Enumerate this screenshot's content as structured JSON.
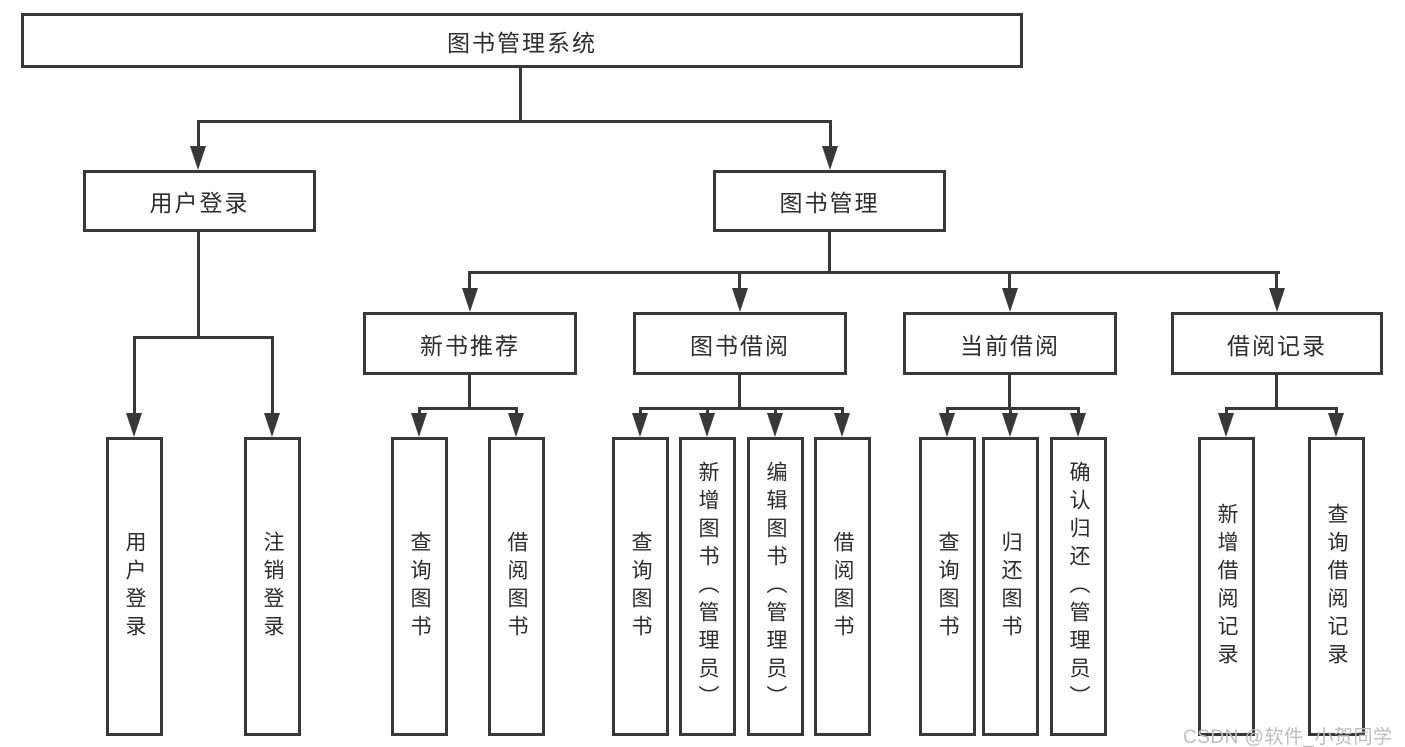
{
  "diagram": {
    "title": "图书管理系统",
    "root": {
      "label": "图书管理系统"
    },
    "level2": [
      {
        "label": "用户登录",
        "parent": "图书管理系统"
      },
      {
        "label": "图书管理",
        "parent": "图书管理系统"
      }
    ],
    "level3": [
      {
        "label": "新书推荐",
        "parent": "图书管理"
      },
      {
        "label": "图书借阅",
        "parent": "图书管理"
      },
      {
        "label": "当前借阅",
        "parent": "图书管理"
      },
      {
        "label": "借阅记录",
        "parent": "图书管理"
      }
    ],
    "leaves": [
      {
        "label": "用户登录",
        "parent": "用户登录"
      },
      {
        "label": "注销登录",
        "parent": "用户登录"
      },
      {
        "label": "查询图书",
        "parent": "新书推荐"
      },
      {
        "label": "借阅图书",
        "parent": "新书推荐"
      },
      {
        "label": "查询图书",
        "parent": "图书借阅"
      },
      {
        "label": "新增图书（管理员）",
        "parent": "图书借阅"
      },
      {
        "label": "编辑图书（管理员）",
        "parent": "图书借阅"
      },
      {
        "label": "借阅图书",
        "parent": "图书借阅"
      },
      {
        "label": "查询图书",
        "parent": "当前借阅"
      },
      {
        "label": "归还图书",
        "parent": "当前借阅"
      },
      {
        "label": "确认归还（管理员）",
        "parent": "当前借阅"
      },
      {
        "label": "新增借阅记录",
        "parent": "借阅记录"
      },
      {
        "label": "查询借阅记录",
        "parent": "借阅记录"
      }
    ],
    "watermark": "CSDN @软件_小贺同学",
    "colors": {
      "line": "#383838",
      "box_border": "#383838",
      "text": "#2d2d2d",
      "watermark": "#bdbdbd",
      "background": "#ffffff"
    }
  }
}
